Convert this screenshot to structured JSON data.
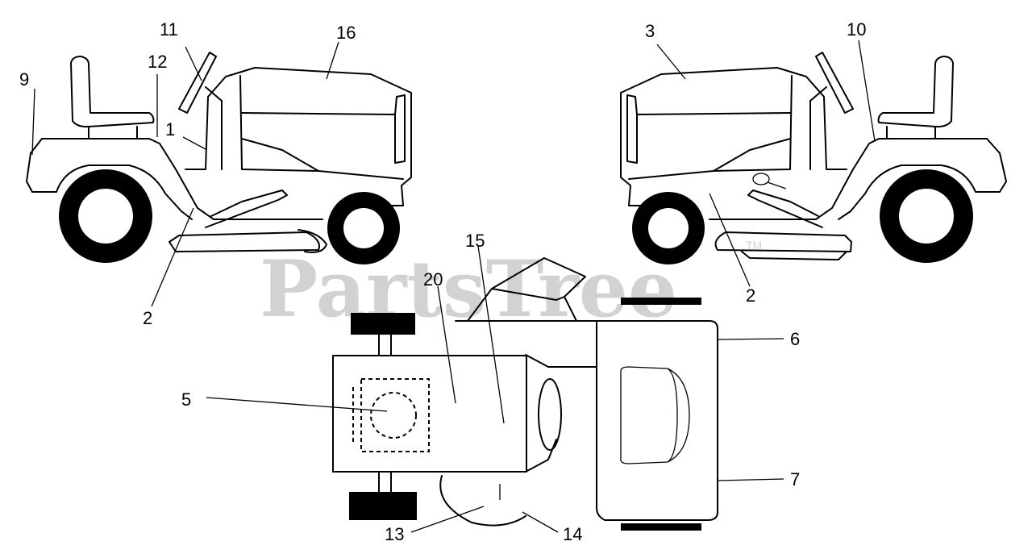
{
  "watermark": {
    "text": "PartsTree",
    "tm": "TM"
  },
  "callouts": [
    "1",
    "2",
    "2",
    "3",
    "5",
    "6",
    "7",
    "9",
    "10",
    "11",
    "12",
    "13",
    "14",
    "15",
    "16",
    "20"
  ],
  "parts": {
    "left_view": "left-side-view",
    "right_view": "right-side-view",
    "top_view": "top-view"
  }
}
